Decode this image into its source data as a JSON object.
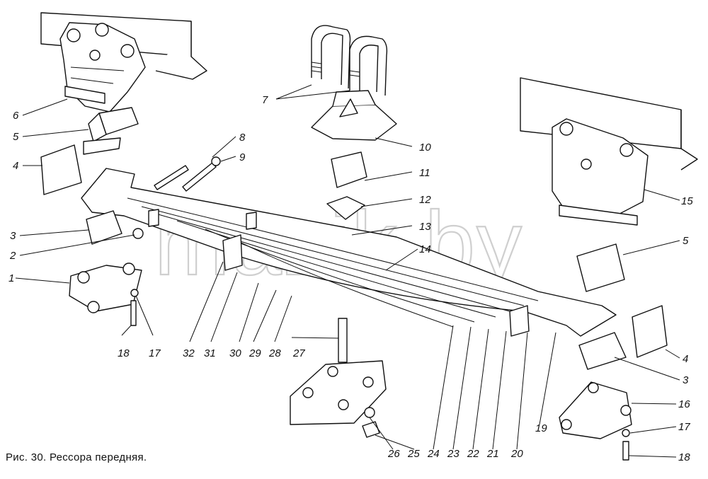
{
  "caption": "Рис. 30. Рессора передняя.",
  "watermark": "mazik.by",
  "callouts": [
    "1",
    "2",
    "3",
    "4",
    "5",
    "6",
    "7",
    "8",
    "9",
    "10",
    "11",
    "12",
    "13",
    "14",
    "15",
    "16",
    "17",
    "18",
    "19",
    "20",
    "21",
    "22",
    "23",
    "24",
    "25",
    "26",
    "27",
    "28",
    "29",
    "30",
    "31",
    "32"
  ],
  "callouts_repeat": [
    "3",
    "4",
    "5",
    "17",
    "18"
  ]
}
